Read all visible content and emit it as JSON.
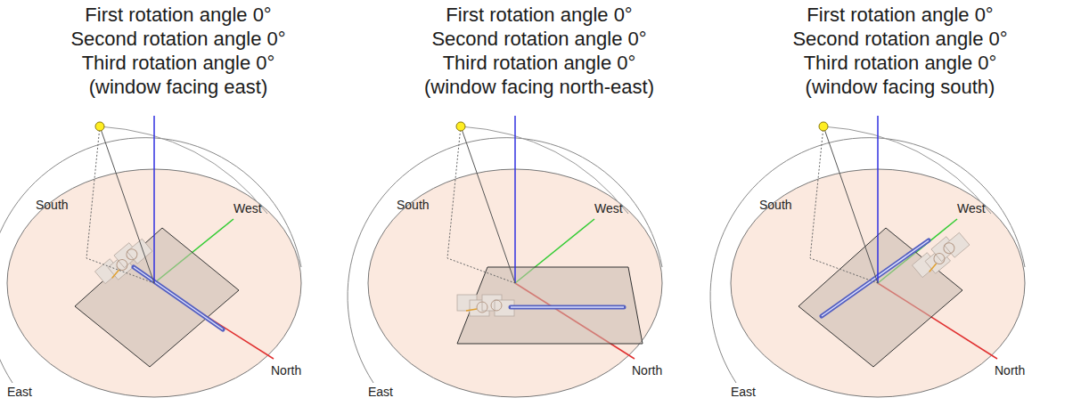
{
  "diagram": {
    "labels": [
      "First rotation angle 0°",
      "Second rotation angle 0°",
      "Third rotation angle 0°",
      "(window facing east)",
      "South",
      "West",
      "East",
      "North",
      "First rotation angle 0°",
      "Second rotation angle 0°",
      "Third rotation angle 0°",
      "(window facing north-east)",
      "South",
      "West",
      "East",
      "North",
      "First rotation angle 0°",
      "Second rotation angle 0°",
      "Third rotation angle 0°",
      "(window facing south)",
      "South",
      "West",
      "East",
      "North"
    ]
  }
}
